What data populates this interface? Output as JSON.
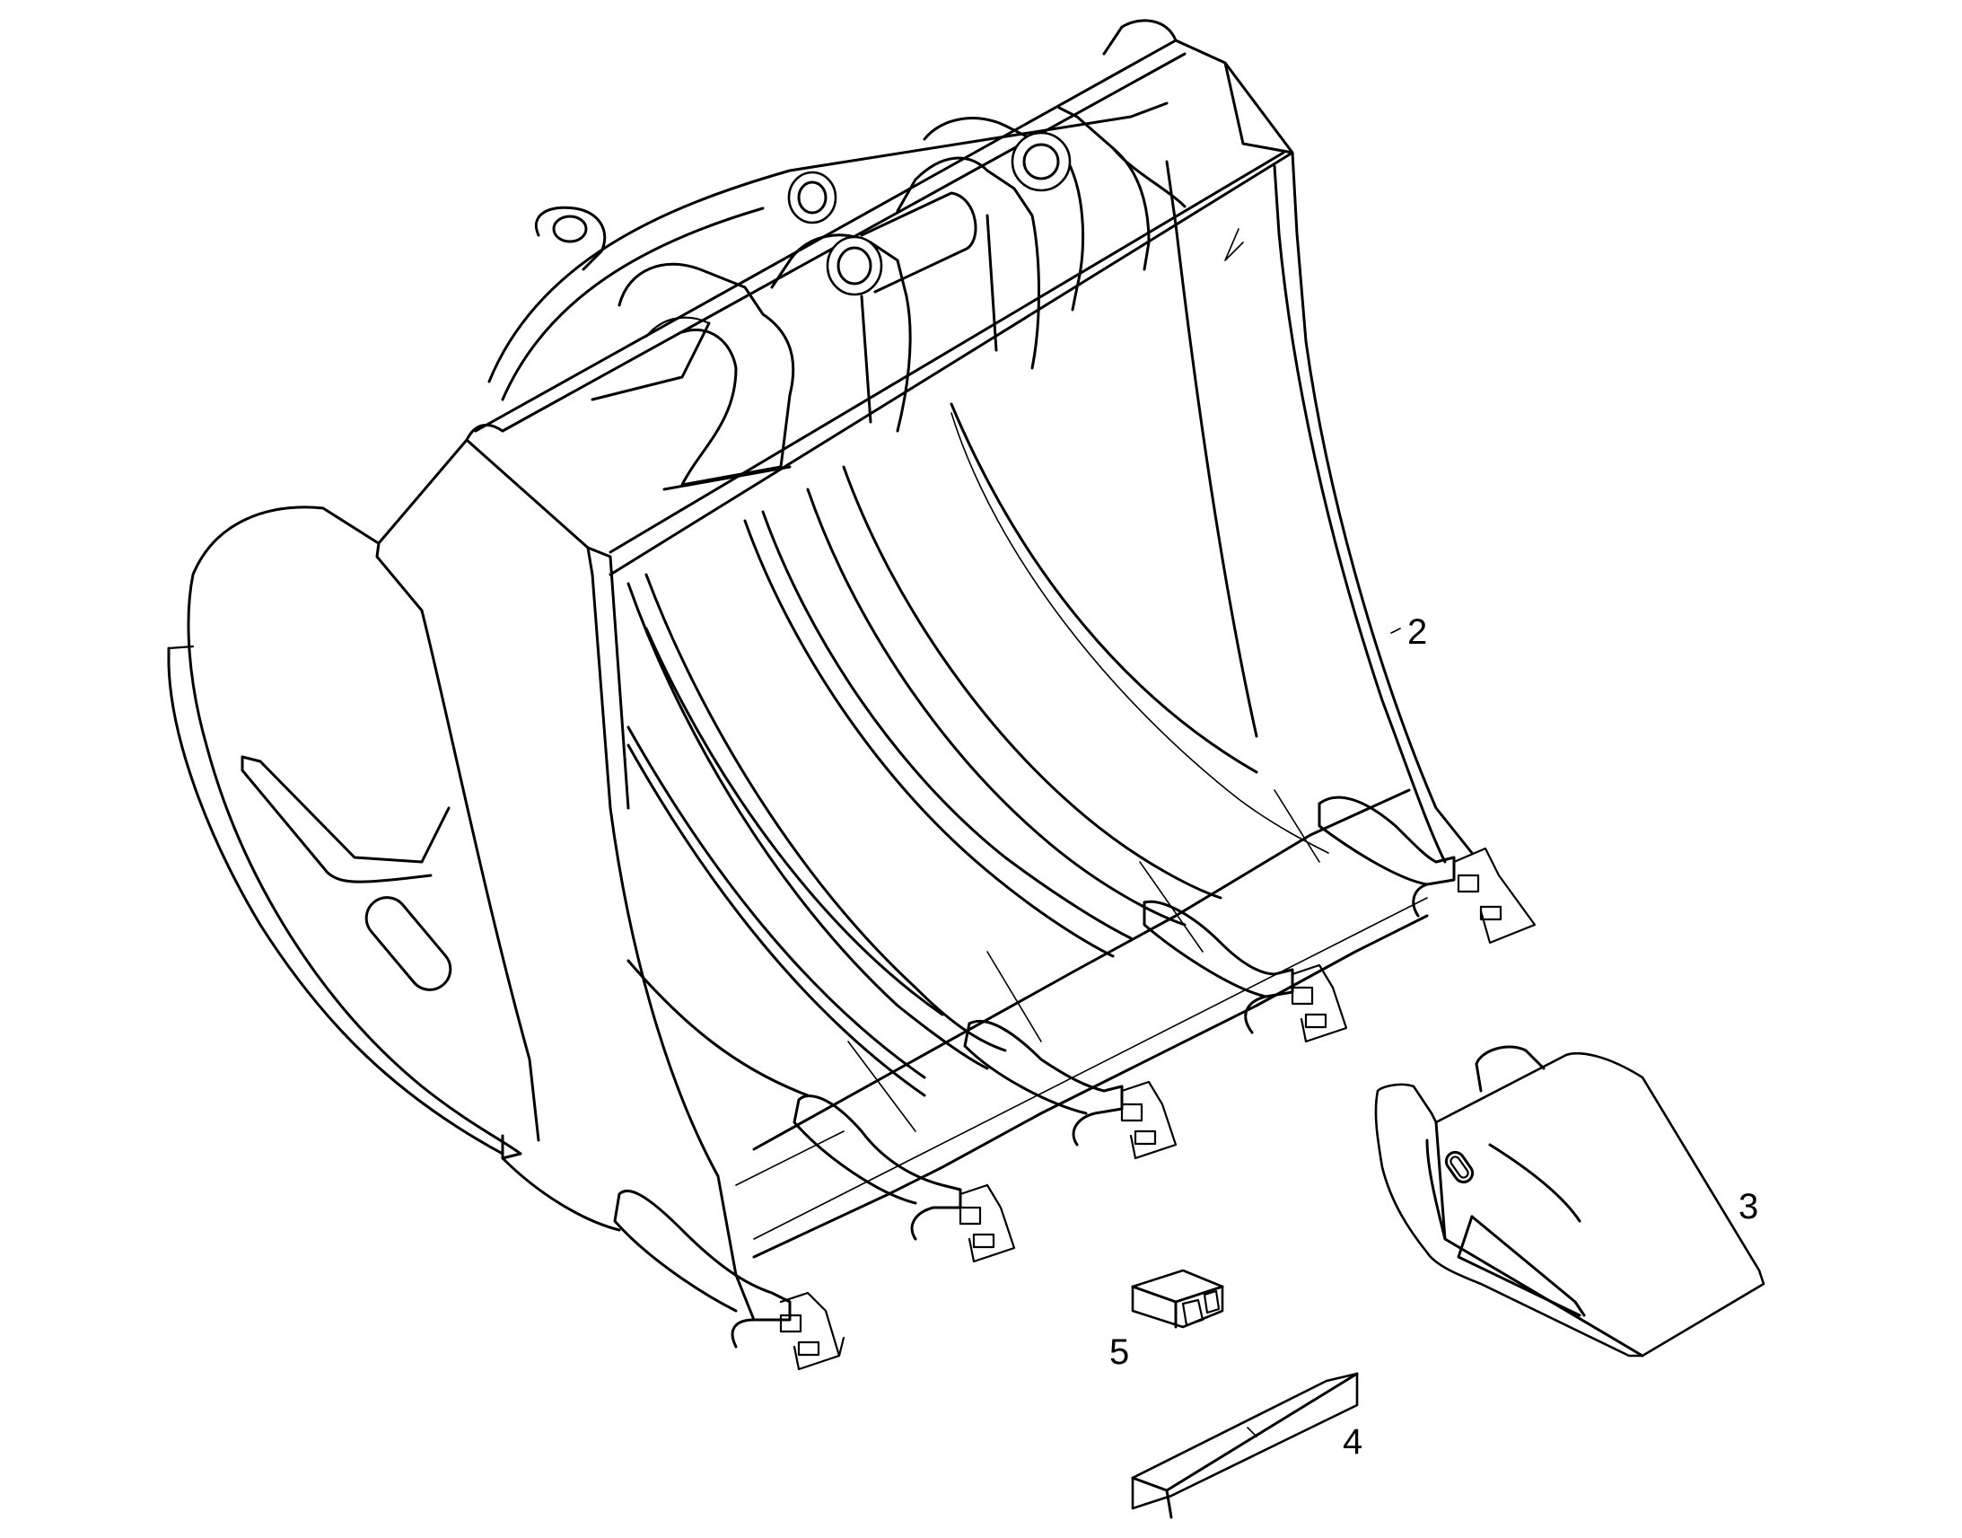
{
  "diagram": {
    "callouts": [
      {
        "id": "2",
        "label": "2",
        "part": "bucket"
      },
      {
        "id": "3",
        "label": "3",
        "part": "tooth-adapter"
      },
      {
        "id": "4",
        "label": "4",
        "part": "wear-strip"
      },
      {
        "id": "5",
        "label": "5",
        "part": "retainer-block"
      }
    ]
  }
}
